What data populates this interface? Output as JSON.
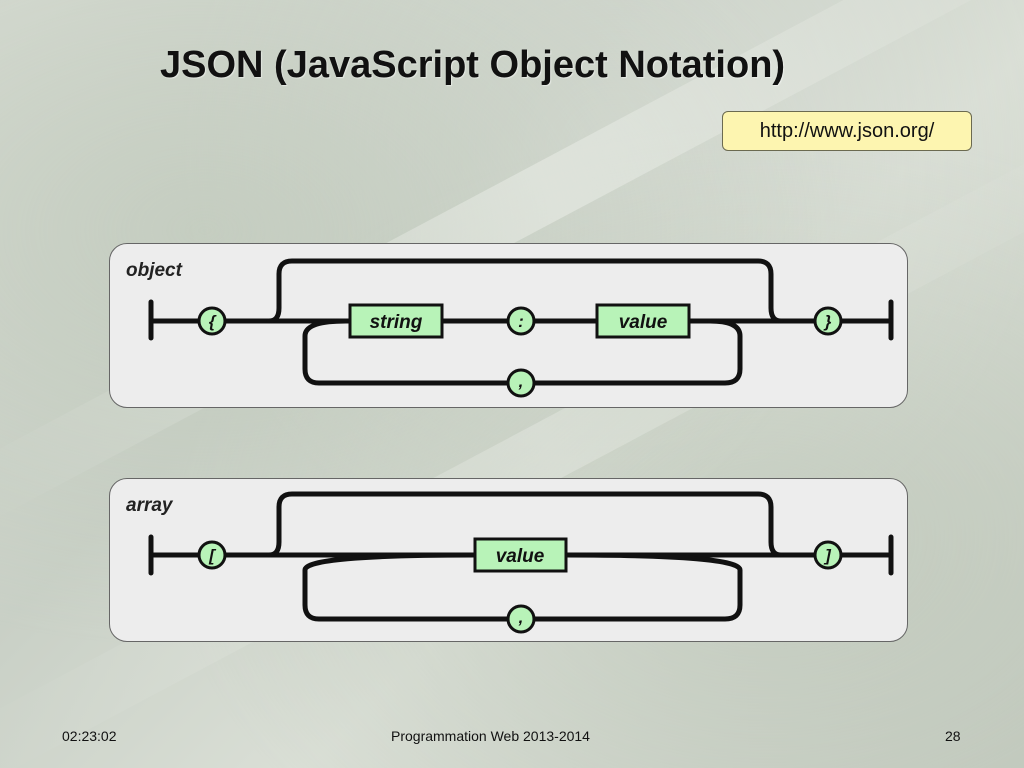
{
  "slide": {
    "title_parts": [
      {
        "text": "JSON (",
        "bold": false
      },
      {
        "text": "J",
        "bold": true
      },
      {
        "text": "ava",
        "bold": false
      },
      {
        "text": "S",
        "bold": true
      },
      {
        "text": "cript ",
        "bold": false
      },
      {
        "text": "O",
        "bold": true
      },
      {
        "text": "bject ",
        "bold": false
      },
      {
        "text": "N",
        "bold": true
      },
      {
        "text": "otation)",
        "bold": false
      }
    ],
    "url": "http://www.json.org/"
  },
  "diagrams": {
    "object": {
      "label": "object",
      "open": "{",
      "close": "}",
      "key_box": "string",
      "colon": ":",
      "value_box": "value",
      "separator": ","
    },
    "array": {
      "label": "array",
      "open": "[",
      "close": "]",
      "value_box": "value",
      "separator": ","
    }
  },
  "colors": {
    "box_fill": "#b8f3b8",
    "line": "#111111",
    "panel_fill": "#ededed",
    "url_fill": "#fdf5b0"
  },
  "footer": {
    "time": "02:23:02",
    "course": "Programmation Web 2013-2014",
    "page": "28"
  }
}
